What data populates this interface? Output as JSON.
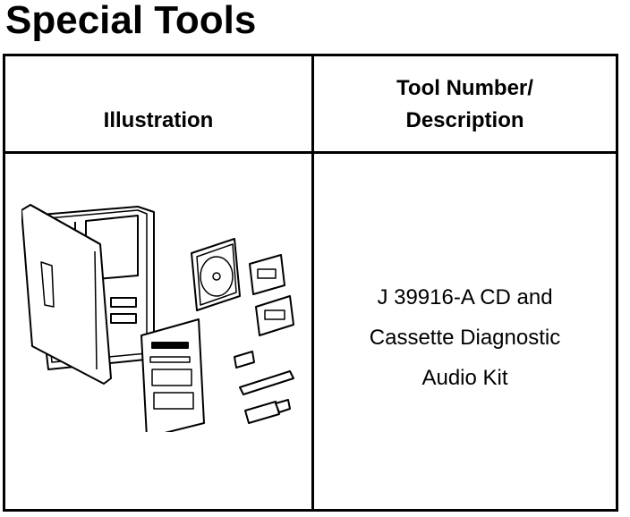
{
  "title": "Special Tools",
  "table": {
    "header_illustration": "Illustration",
    "header_tool_line1": "Tool Number/",
    "header_tool_line2": "Description",
    "rows": [
      {
        "illustration": "kit-case-illustration",
        "description_lines": [
          "J 39916-A CD and",
          "Cassette Diagnostic",
          "Audio Kit"
        ]
      }
    ]
  }
}
